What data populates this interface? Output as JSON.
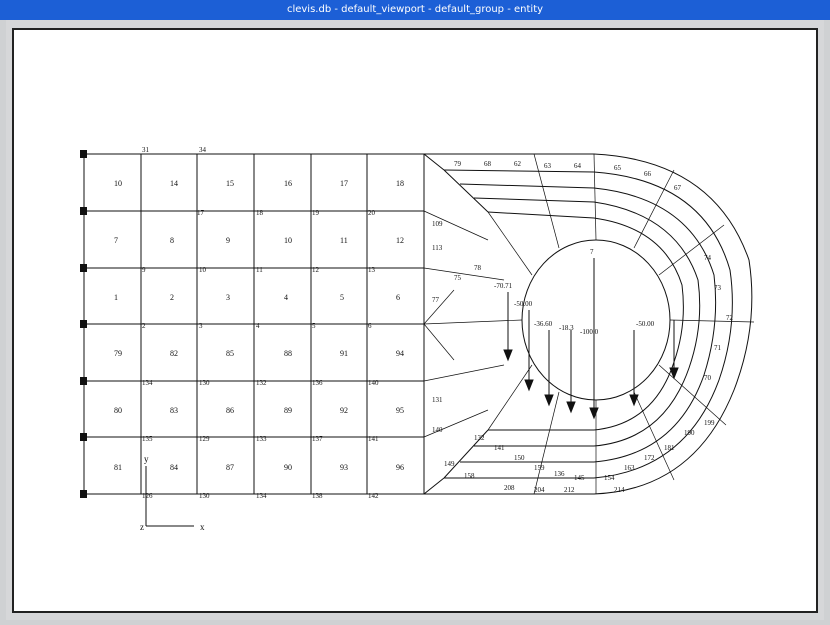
{
  "window": {
    "title": "clevis.db - default_viewport - default_group - entity",
    "accent": "#1c5fd6",
    "background": "#ffffff"
  },
  "elements": {
    "left_grid": [
      "10",
      "14",
      "15",
      "16",
      "17",
      "18",
      "7",
      "8",
      "9",
      "10",
      "11",
      "12",
      "1",
      "2",
      "3",
      "4",
      "5",
      "6",
      "79",
      "82",
      "85",
      "88",
      "91",
      "94",
      "80",
      "83",
      "86",
      "89",
      "92",
      "95",
      "81",
      "84",
      "87",
      "90",
      "93",
      "96"
    ],
    "left_nodes": [
      "31",
      "34",
      "17",
      "18",
      "19",
      "20",
      "9",
      "10",
      "11",
      "12",
      "13",
      "2",
      "3",
      "4",
      "5",
      "6",
      "134",
      "130",
      "132",
      "136",
      "140",
      "135",
      "129",
      "133",
      "137",
      "141",
      "126",
      "130",
      "134",
      "138",
      "142"
    ],
    "ring_labels": [
      "79",
      "68",
      "62",
      "63",
      "64",
      "65",
      "66",
      "67",
      "109",
      "113",
      "77",
      "75",
      "78",
      "74",
      "73",
      "72",
      "71",
      "70",
      "131",
      "140",
      "149",
      "158",
      "132",
      "141",
      "150",
      "159",
      "136",
      "145",
      "154",
      "163",
      "172",
      "181",
      "190",
      "199",
      "208",
      "204",
      "212",
      "214"
    ]
  },
  "loads": {
    "values": [
      "-70.71",
      "-50.00",
      "-36.60",
      "-18.3",
      "-100.0",
      "7",
      "-50.00"
    ]
  },
  "axes": {
    "y_label": "y",
    "z_label": "z",
    "x_label": "x"
  }
}
